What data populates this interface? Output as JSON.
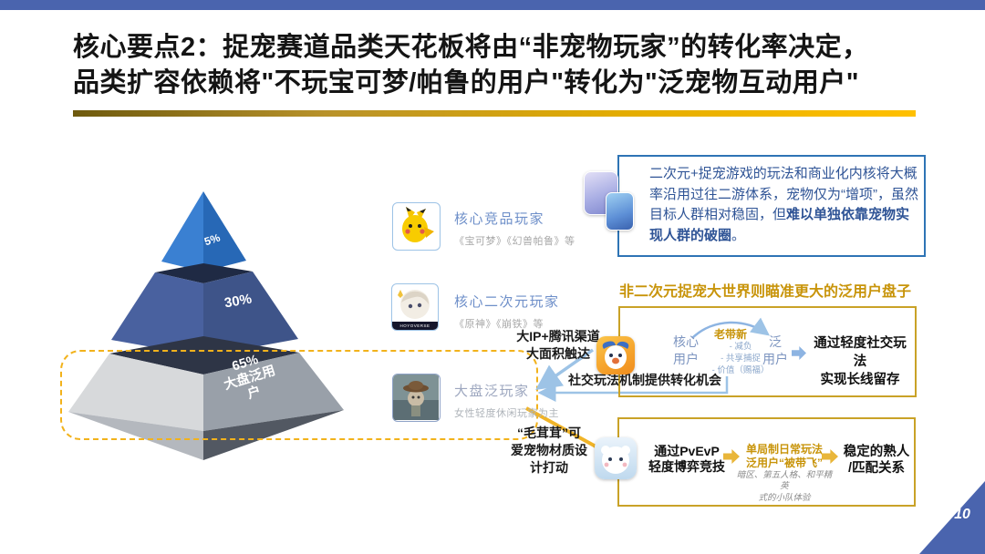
{
  "colors": {
    "top_bar": "#4A64AE",
    "accent_gold": "#C8940A",
    "gold_box_border": "#C9A227",
    "insight_border": "#2E74B5",
    "insight_text": "#2F5496",
    "arrow_blue": "#9DC3E6",
    "dashed_zone": "#F2B21B"
  },
  "header": {
    "title_line1": "核心要点2：捉宠赛道品类天花板将由“非宠物玩家”的转化率决定，",
    "title_line2": "品类扩容依赖将\"不玩宝可梦/帕鲁的用户\"转化为\"泛宠物互动用户\""
  },
  "chart_data": {
    "type": "pyramid",
    "tiers": [
      {
        "pct": "5%",
        "label": "核心竞品玩家"
      },
      {
        "pct": "30%",
        "label": "核心二次元玩家"
      },
      {
        "pct": "65%",
        "label": "大盘泛用户"
      }
    ]
  },
  "pyramid": {
    "tier1_pct": "5%",
    "tier2_pct": "30%",
    "tier3_line1": "65%",
    "tier3_line2": "大盘泛用",
    "tier3_line3": "户"
  },
  "segments": [
    {
      "label": "核心竞品玩家",
      "sub": "《宝可梦》《幻兽帕鲁》等"
    },
    {
      "label": "核心二次元玩家",
      "sub": "《原神》《崩铁》等",
      "badge": "HOYOVERSE"
    },
    {
      "label": "大盘泛玩家",
      "sub": "女性轻度休闲玩家为主"
    }
  ],
  "annotations": {
    "reach_line1": "大IP+腾讯渠道",
    "reach_line2": "大面积触达",
    "social": "社交玩法机制提供转化机会",
    "furry_line1": "“毛茸茸”可",
    "furry_line2": "爱宠物材质设",
    "furry_line3": "计打动"
  },
  "insight_box": {
    "text_before": "二次元+捉宠游戏的玩法和商业化内核将大概率沿用过往二游体系，宠物仅为“增项”，虽然目标人群相对稳固，但",
    "text_bold": "难以单独依靠宠物实现人群的破圈",
    "text_after": "。"
  },
  "gold_heading": "非二次元捉宠大世界则瞄准更大的泛用户盘子",
  "conversion_box": {
    "core_user_line1": "核心",
    "core_user_line2": "用户",
    "referral_title": "老带新",
    "referral_items": [
      "-  减负",
      "-  共享捕捉",
      "-  价值（赐福）"
    ],
    "pan_user_line1": "泛",
    "pan_user_line2": "用户",
    "outcome_line1": "通过轻度社交玩法",
    "outcome_line2": "实现长线留存"
  },
  "pvevp_box": {
    "left_line1": "通过PvEvP",
    "left_line2": "轻度博弈竞技",
    "mid_title_line1": "单局制日常玩法",
    "mid_title_line2": "泛用户“被带飞”",
    "mid_sub_line1": "暗区、第五人格、和平精英",
    "mid_sub_line2": "式的小队体验",
    "right_line1": "稳定的熟人",
    "right_line2": "/匹配关系"
  },
  "footer": {
    "page_number": "10"
  }
}
